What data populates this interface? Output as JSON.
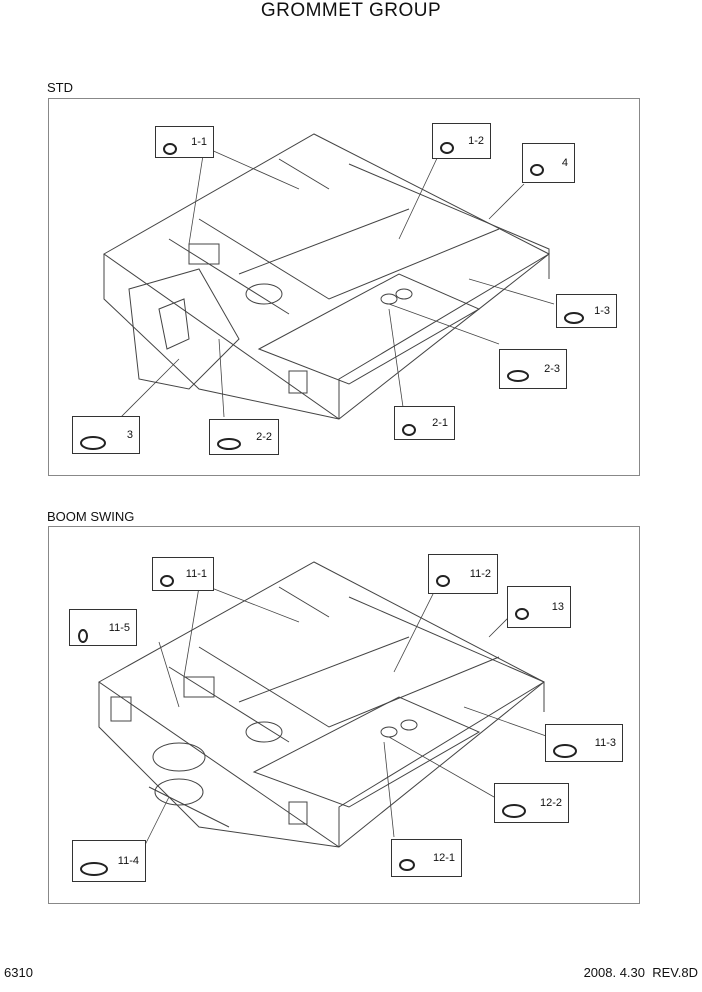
{
  "page_title": "GROMMET GROUP",
  "std": {
    "label": "STD",
    "callouts": [
      "1-1",
      "1-2",
      "4",
      "1-3",
      "2-3",
      "2-1",
      "2-2",
      "3"
    ]
  },
  "boom": {
    "label": "BOOM SWING",
    "callouts": [
      "11-1",
      "11-2",
      "13",
      "11-5",
      "11-3",
      "12-2",
      "12-1",
      "11-4"
    ]
  },
  "footer": {
    "page_number": "6310",
    "date_rev": "2008. 4.30  REV.8D"
  }
}
